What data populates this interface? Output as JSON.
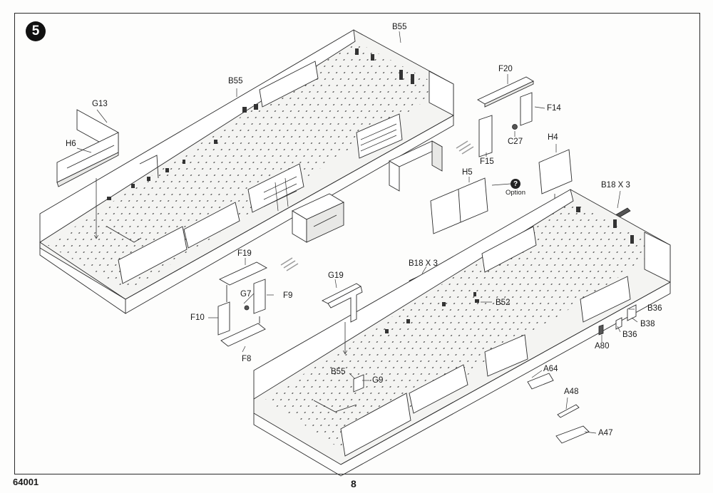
{
  "step": {
    "number": "5"
  },
  "footer": {
    "kit_code": "64001",
    "page_number": "8"
  },
  "option": {
    "icon_glyph": "?",
    "label": "Option"
  },
  "icons": [
    "step-number-badge",
    "option-question-icon",
    "direction-hatch-arrow"
  ],
  "part_labels": {
    "g13": "G13",
    "h6": "H6",
    "b55_top": "B55",
    "b55_left": "B55",
    "b55_lower": "B55",
    "f20": "F20",
    "f14": "F14",
    "c27": "C27",
    "f15": "F15",
    "h4": "H4",
    "h5": "H5",
    "b18_right": "B18 X 3",
    "b18_mid": "B18 X 3",
    "f19": "F19",
    "g7": "G7",
    "f9": "F9",
    "f10": "F10",
    "f8": "F8",
    "g19": "G19",
    "b52": "B52",
    "g9": "G9",
    "b36_a": "B36",
    "b38": "B38",
    "b36_b": "B36",
    "a80": "A80",
    "a64": "A64",
    "a48": "A48",
    "a47": "A47"
  }
}
